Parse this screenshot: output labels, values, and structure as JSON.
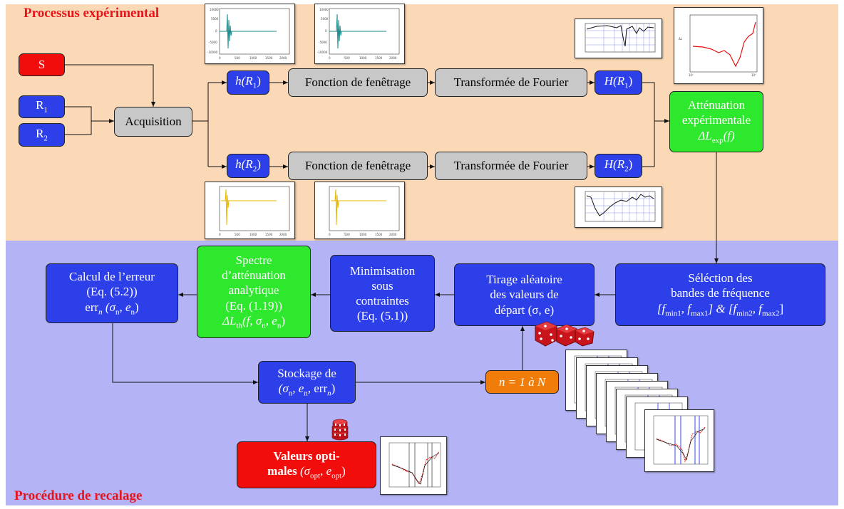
{
  "regions": {
    "top_label": "Processus expérimental",
    "bottom_label": "Procédure de recalage",
    "top_color": "#fbd9b6",
    "bottom_color": "#b3b3f5"
  },
  "nodes": {
    "S": "S",
    "R1": "R",
    "R1_sub": "1",
    "R2": "R",
    "R2_sub": "2",
    "acquisition": "Acquisition",
    "h_R1": "h(R",
    "h_R1_sub": "1",
    "h_R1_end": ")",
    "h_R2": "h(R",
    "h_R2_sub": "2",
    "h_R2_end": ")",
    "window_1": "Fonction de fenêtrage",
    "window_2": "Fonction de fenêtrage",
    "fourier_1": "Transformée de Fourier",
    "fourier_2": "Transformée de Fourier",
    "H_R1": "H(R",
    "H_R1_sub": "1",
    "H_R1_end": ")",
    "H_R2": "H(R",
    "H_R2_sub": "2",
    "H_R2_end": ")",
    "attenuation_exp_line1": "Atténuation",
    "attenuation_exp_line2": "expérimentale",
    "attenuation_exp_line3": "ΔL",
    "attenuation_exp_sub": "exp",
    "attenuation_exp_end": "(f)",
    "selection_line1": "Séléction des",
    "selection_line2": "bandes de fréquence",
    "selection_line3": "[f",
    "selection_sub1": "min1",
    "selection_mid1": ", f",
    "selection_sub2": "max1",
    "selection_mid2": "] & [f",
    "selection_sub3": "min2",
    "selection_mid3": ", f",
    "selection_sub4": "max2",
    "selection_end": "]",
    "tirage_line1": "Tirage aléatoire",
    "tirage_line2": "des valeurs de",
    "tirage_line3": "départ (σ, e)",
    "minimisation_line1": "Minimisation",
    "minimisation_line2": "sous",
    "minimisation_line3": "contraintes",
    "minimisation_line4": "(Eq. (5.1))",
    "spectre_line1": "Spectre",
    "spectre_line2": "d’atténuation",
    "spectre_line3": "analytique",
    "spectre_line4": "(Eq. (1.19))",
    "spectre_line5": "ΔL",
    "spectre_sub": "th",
    "spectre_end": "(f, σ",
    "spectre_sub2": "n",
    "spectre_mid": ", e",
    "spectre_sub3": "n",
    "spectre_end2": ")",
    "erreur_line1": "Calcul de l’erreur",
    "erreur_line2": "(Eq. (5.2))",
    "erreur_line3": "err",
    "erreur_sub": "n",
    "erreur_mid": " (σ",
    "erreur_sub2": "n",
    "erreur_mid2": ", e",
    "erreur_sub3": "n",
    "erreur_end": ")",
    "stockage_line1": "Stockage de",
    "stockage_line2": "(σ",
    "stockage_sub1": "n",
    "stockage_mid1": ", e",
    "stockage_sub2": "n",
    "stockage_mid2": ", err",
    "stockage_sub3": "n",
    "stockage_end": ")",
    "loop": "n = 1 à N",
    "optimal_line1": "Valeurs opti-",
    "optimal_line2": "males",
    "optimal_paren": " (σ",
    "optimal_sub1": "opt",
    "optimal_mid": ", e",
    "optimal_sub2": "opt",
    "optimal_end": ")"
  }
}
